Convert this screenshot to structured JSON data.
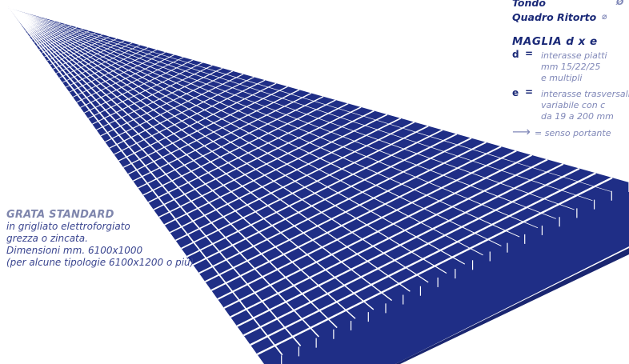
{
  "caption": {
    "title": "GRATA STANDARD",
    "lines": [
      "in grigliato elettroforgiato",
      "grezza o zincata.",
      "Dimensioni mm. 6100x1000",
      "(per alcune tipologie 6100x1200 o più)"
    ]
  },
  "spec": {
    "bars": [
      {
        "label": "Tondo",
        "symbol": "Ø"
      },
      {
        "label": "Quadro Ritorto",
        "symbol": "⌀"
      }
    ],
    "mesh_title": "MAGLIA d x e",
    "d": {
      "key": "d",
      "equals": "=",
      "lines": [
        "interasse piatti",
        "mm 15/22/25",
        "e multipli"
      ]
    },
    "e": {
      "key": "e",
      "equals": "=",
      "lines": [
        "interasse trasversali",
        "variabile con c",
        "da 19 a 200 mm"
      ]
    },
    "direction_arrow": "⟶",
    "direction_text": "= senso portante"
  },
  "colors": {
    "steel_blue": "#1f2e86",
    "caption_title": "#7f86ad",
    "spec_text": "#8088b8",
    "accent": "#1b2a78"
  }
}
